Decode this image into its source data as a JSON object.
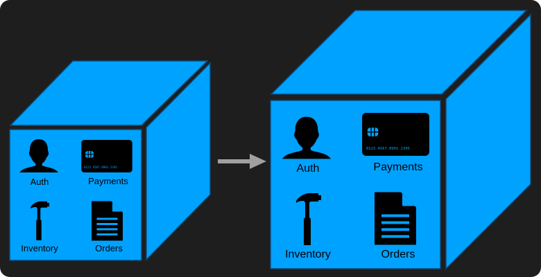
{
  "diagram": {
    "title": "Monolith scaling (vertical)",
    "colors": {
      "background": "#1e1e1e",
      "cube": "#00a2ff",
      "cube_edge": "#0a4a78",
      "icon": "#000000",
      "arrow": "#a0a0a0"
    },
    "before": {
      "modules": [
        {
          "label": "Auth",
          "icon": "user-silhouette-icon"
        },
        {
          "label": "Payments",
          "icon": "credit-card-icon"
        },
        {
          "label": "Inventory",
          "icon": "hammer-icon"
        },
        {
          "label": "Orders",
          "icon": "document-icon"
        }
      ]
    },
    "arrow": {
      "direction": "right",
      "icon": "arrow-right-icon"
    },
    "after": {
      "modules": [
        {
          "label": "Auth",
          "icon": "user-silhouette-icon"
        },
        {
          "label": "Payments",
          "icon": "credit-card-icon"
        },
        {
          "label": "Inventory",
          "icon": "hammer-icon"
        },
        {
          "label": "Orders",
          "icon": "document-icon"
        }
      ]
    },
    "card_number": "0123 4567 8901 2345"
  }
}
